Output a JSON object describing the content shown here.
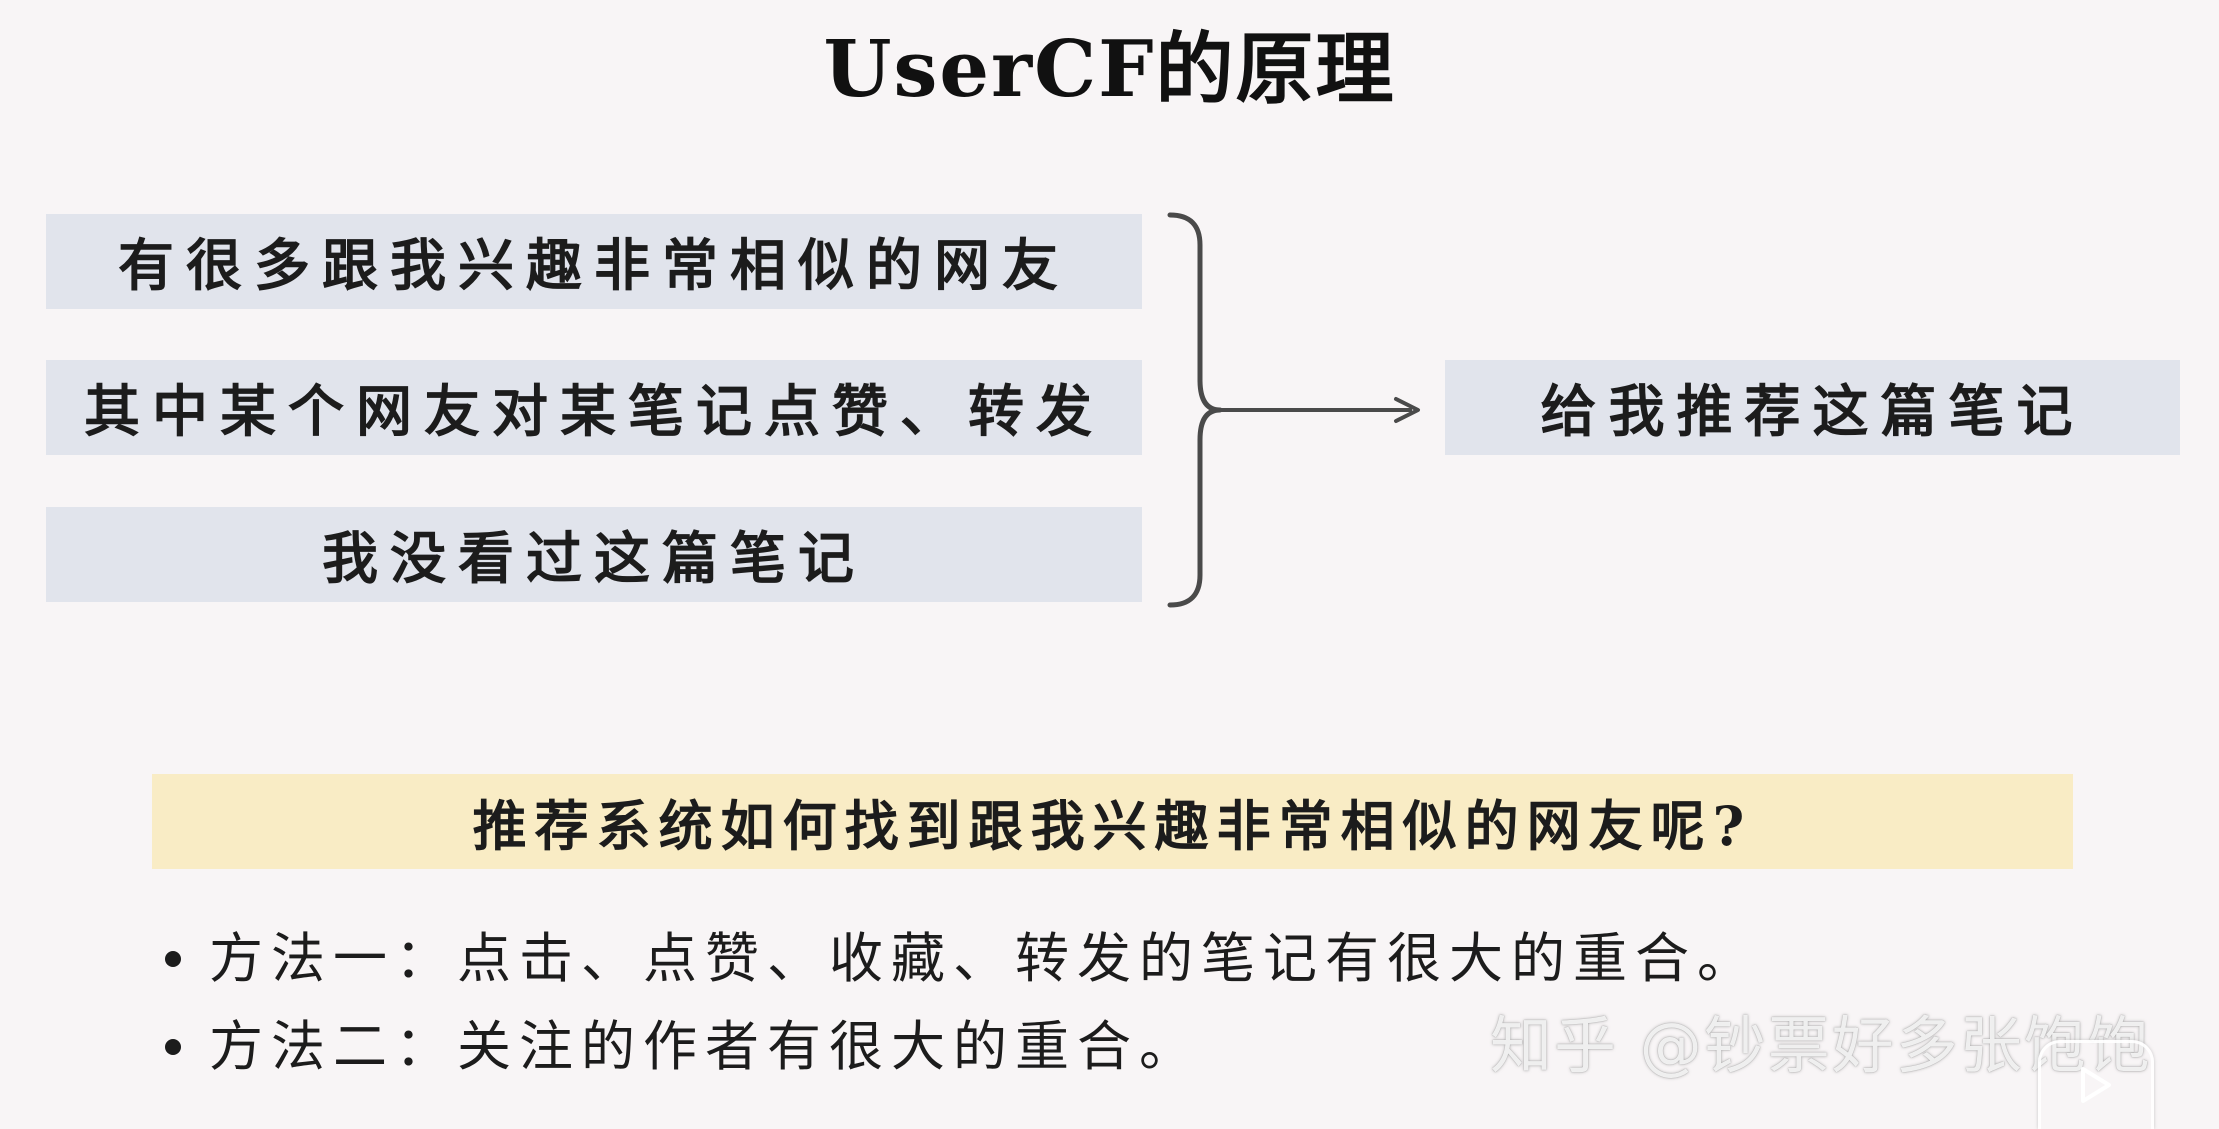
{
  "title": "UserCF的原理",
  "conditions": [
    "有很多跟我兴趣非常相似的网友",
    "其中某个网友对某笔记点赞、转发",
    "我没看过这篇笔记"
  ],
  "result": "给我推荐这篇笔记",
  "question": "推荐系统如何找到跟我兴趣非常相似的网友呢?",
  "methods": [
    "方法一：点击、点赞、收藏、转发的笔记有很大的重合。",
    "方法二：关注的作者有很大的重合。"
  ],
  "watermark": "知乎 @钞票好多张饱饱",
  "colors": {
    "background": "#f8f5f6",
    "box_fill": "#e1e4ec",
    "question_fill": "#f9ecc5",
    "connector": "#4a4a4a"
  },
  "icons": {
    "bracket": "right-curly-brace",
    "arrow": "right-arrow",
    "play": "play-icon"
  }
}
